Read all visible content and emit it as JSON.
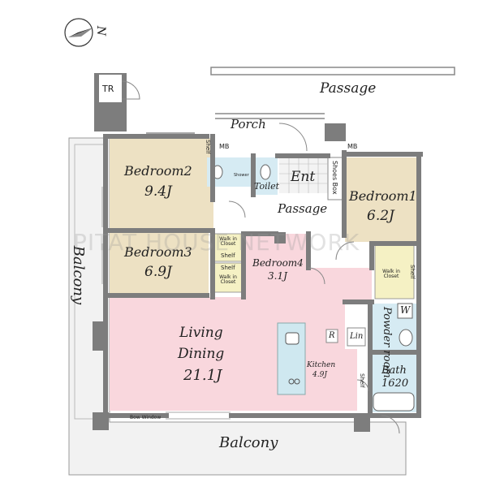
{
  "compass": {
    "label": "N"
  },
  "labels": {
    "tr": "TR",
    "passage_top": "Passage",
    "porch": "Porch",
    "shelf_a": "Shelf",
    "mb_a": "MB",
    "mb_b": "MB",
    "shower": "Shower",
    "toilet": "Toilet",
    "ent": "Ent",
    "shoes_box": "Shoes Box",
    "passage_inner": "Passage",
    "bedroom2": "Bedroom2",
    "bedroom2_size": "9.4J",
    "bedroom1": "Bedroom1",
    "bedroom1_size": "6.2J",
    "bedroom3": "Bedroom3",
    "bedroom3_size": "6.9J",
    "bedroom4": "Bedroom4",
    "bedroom4_size": "3.1J",
    "wic_a": "Walk in Closet",
    "shelf_b": "Shelf",
    "shelf_c": "Shelf",
    "wic_b": "Walk in Closet",
    "wic_c": "Walk in Closet",
    "shelf_d": "Shelf",
    "balcony_left": "Balcony",
    "living": "Living",
    "dining": "Dining",
    "living_size": "21.1J",
    "kitchen": "Kitchen",
    "kitchen_size": "4.9J",
    "r": "R",
    "lin": "Lin",
    "powder_room": "Powder room",
    "w": "W",
    "shelf_e": "Shelf",
    "bath": "Bath",
    "bath_size": "1620",
    "bow_window": "Bow Window",
    "balcony_bottom": "Balcony",
    "watermark": "PITAT HOUSE NETWORK"
  },
  "colors": {
    "living": "#f9d7dd",
    "bedroom": "#ede1c3",
    "wet": "#d6ebf3",
    "closet": "#f5f1c4",
    "entrance": "#f3f3f3",
    "passage": "#ffffff",
    "wall": "#7d7d7d",
    "balcony": "#f2f2f2",
    "kitchen_counter": "#cfe8f0"
  }
}
